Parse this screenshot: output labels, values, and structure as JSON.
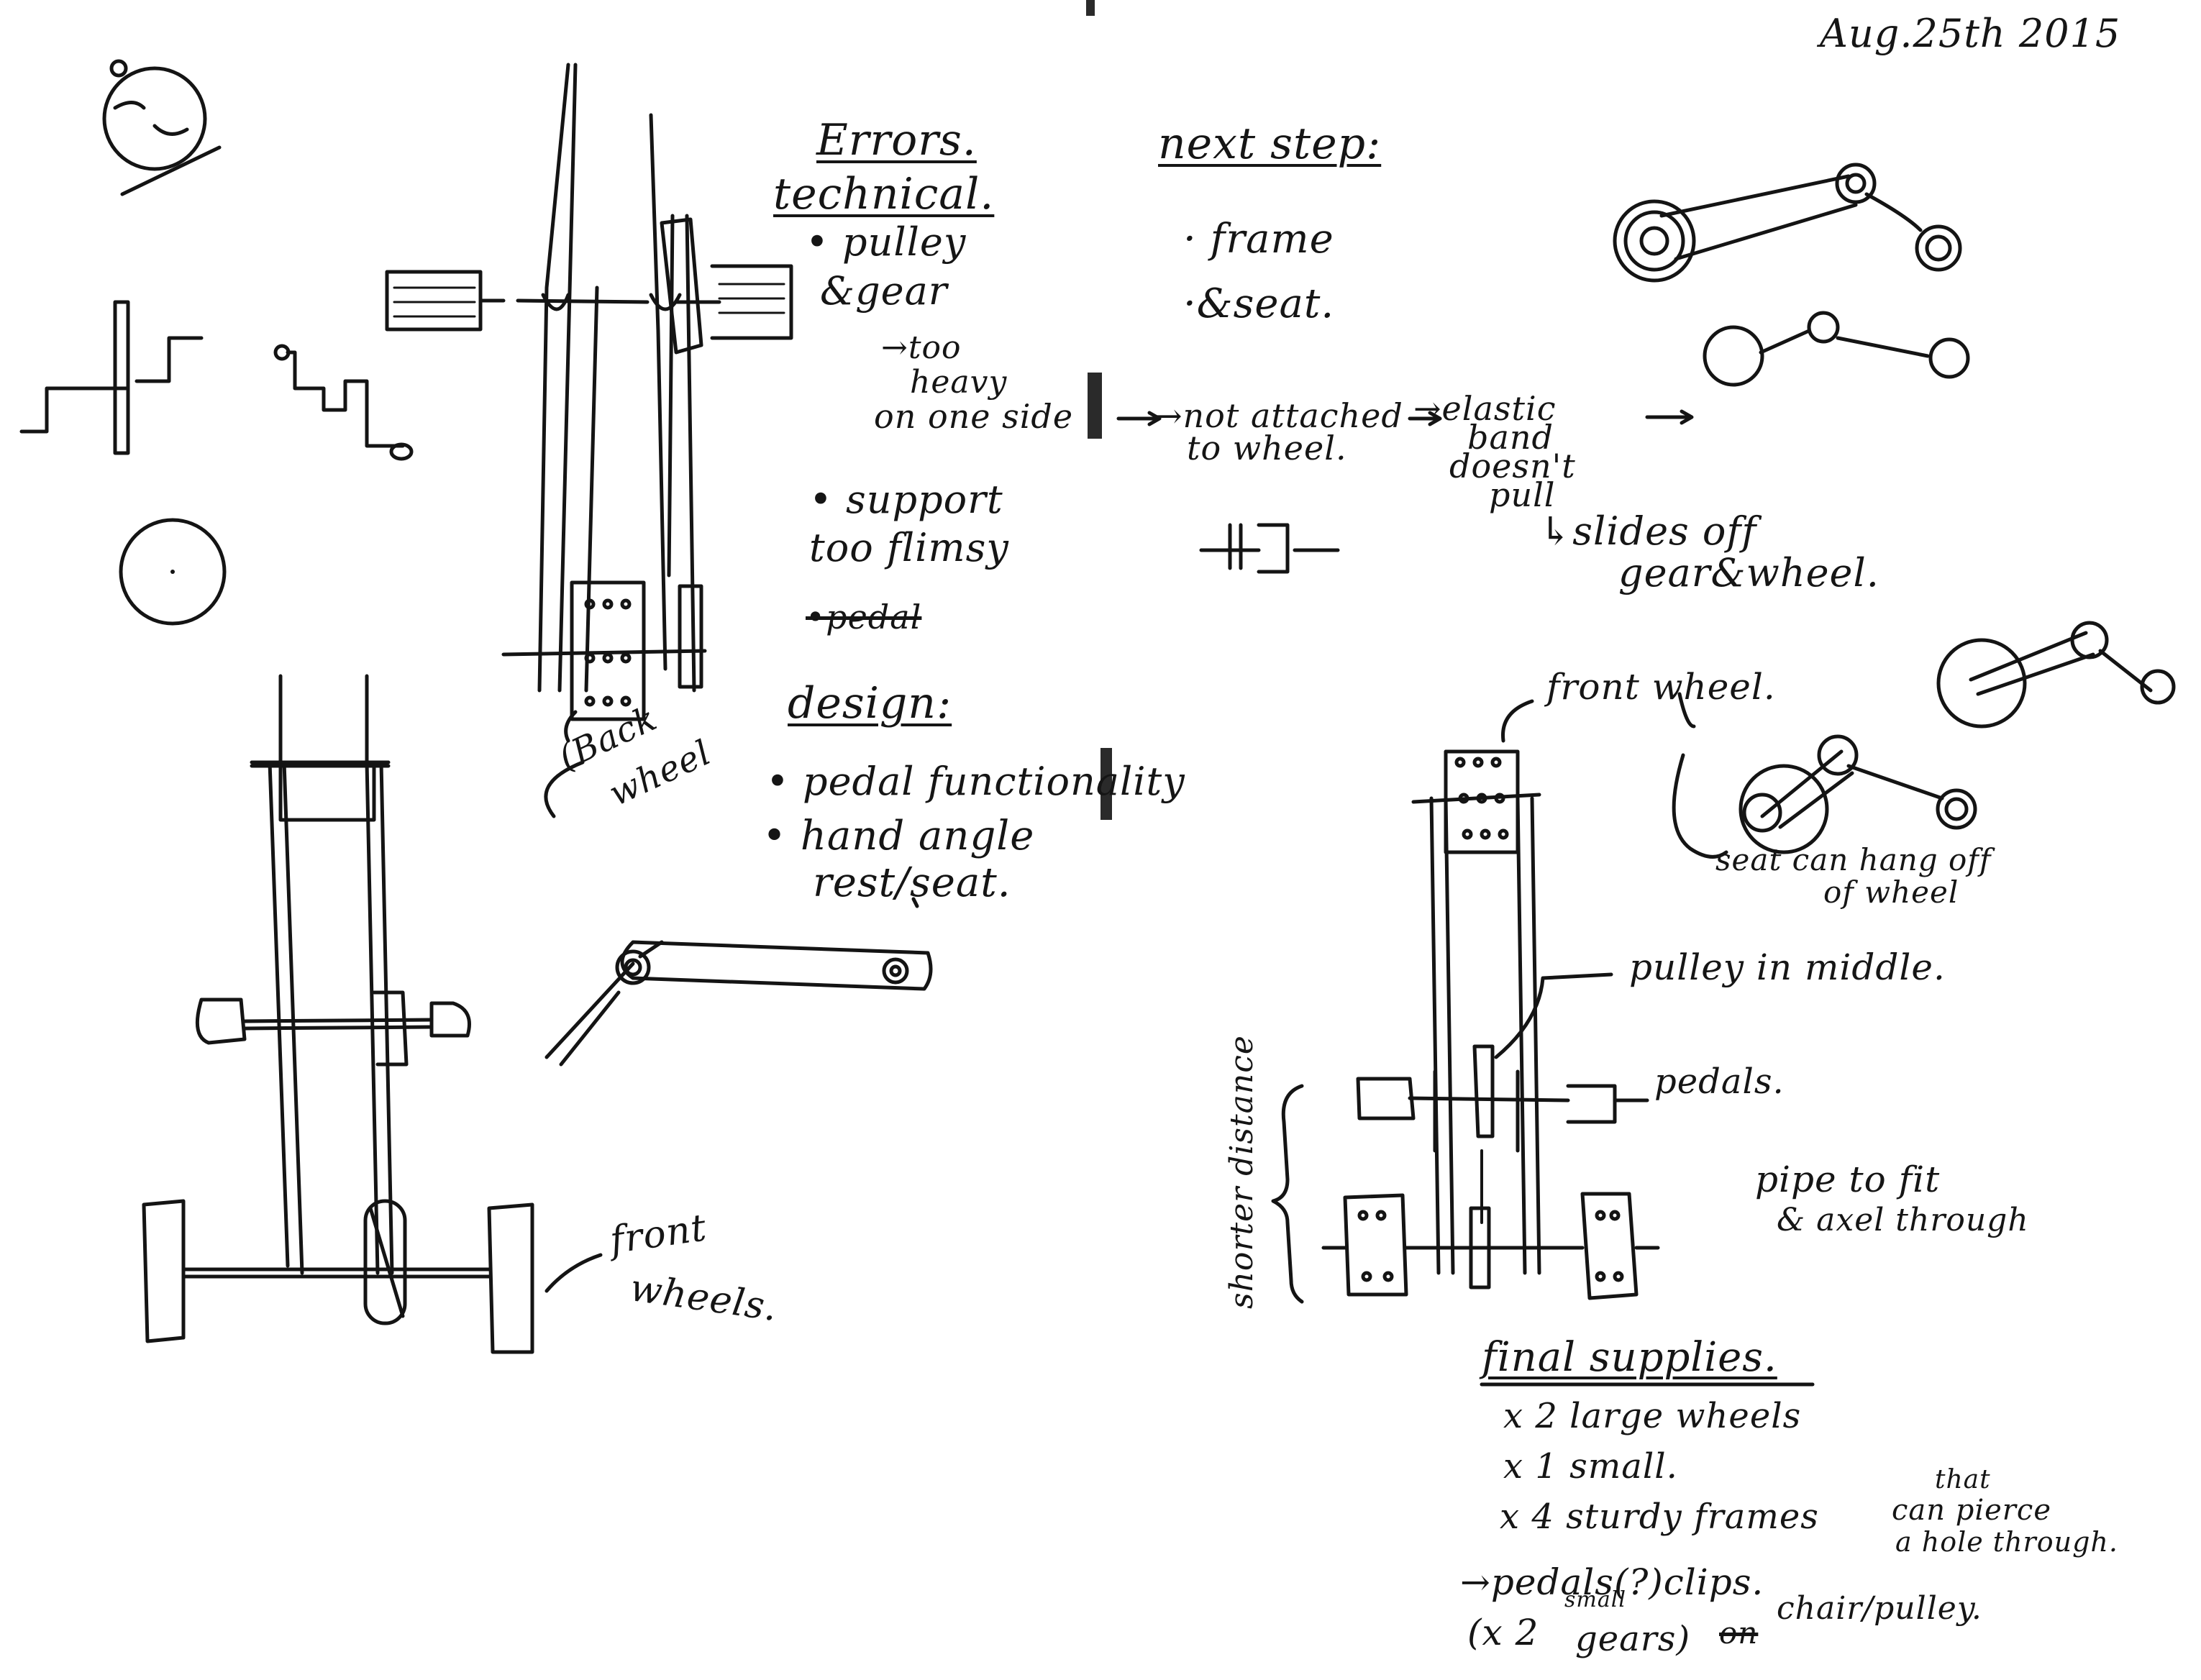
{
  "header": {
    "date": "Aug.25th 2015"
  },
  "errors": {
    "heading": "Errors.",
    "technical": {
      "heading": "technical.",
      "pulley": "• pulley",
      "gear": "&gear",
      "too_heavy_1": "→too",
      "too_heavy_2": "heavy",
      "too_heavy_3": "on one side",
      "not_attached_1": "→not attached",
      "not_attached_2": "to wheel.",
      "elastic_1": "→elastic",
      "elastic_2": "band",
      "elastic_3": "doesn't",
      "elastic_4": "pull",
      "elastic_arrow": "→",
      "slides_1": "↳slides off",
      "slides_2": "gear&wheel.",
      "support_1": "• support",
      "support_2": "too flimsy",
      "pedal_struck": "•pedal"
    },
    "design": {
      "heading": "design:",
      "pedal_functionality": "• pedal functionality",
      "hand_angle": "• hand angle",
      "rest_seat": "rest/seat."
    }
  },
  "next_step": {
    "heading": "next step:",
    "frame": "· frame",
    "seat": "·&seat."
  },
  "diagram_labels": {
    "back_wheel_1": "(Back",
    "back_wheel_2": "wheel",
    "front_wheels_1": "front",
    "front_wheels_2": "wheels.",
    "front_wheel": "front wheel.",
    "seat_can_hang_1": "seat can hang off",
    "seat_can_hang_2": "of wheel",
    "pulley_in_middle": "pulley in middle.",
    "pedals": "pedals.",
    "shorter_distance": "shorter distance",
    "pipe_1": "pipe to fit",
    "pipe_2": "& axel through"
  },
  "final_supplies": {
    "heading": "final supplies.",
    "items": [
      "x 2 large wheels",
      "x 1 small.",
      "x 4 sturdy frames",
      "that",
      "can pierce",
      "a hole through.",
      "→pedals(?)clips.",
      "(x 2",
      "small",
      "gears)",
      "on",
      "chair/pulley."
    ]
  }
}
